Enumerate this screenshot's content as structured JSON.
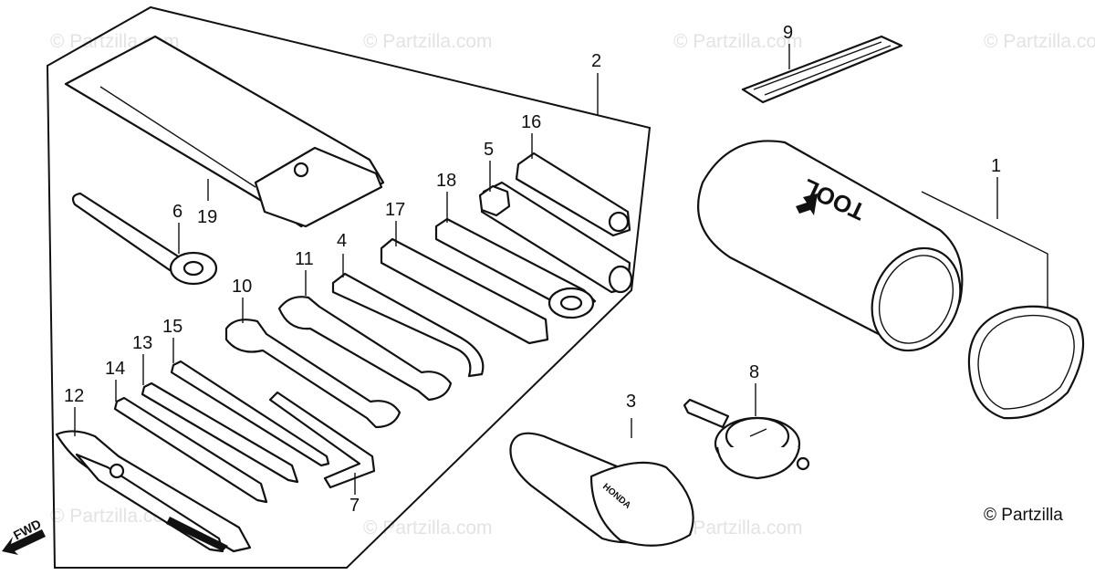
{
  "watermark": {
    "text": "© Partzilla.com"
  },
  "copyright": {
    "text": "© Partzilla"
  },
  "fwd": {
    "label": "FWD"
  },
  "tool_case": {
    "printed_text": "TOOL"
  },
  "tool_bag": {
    "brand_text": "HONDA"
  },
  "callouts": [
    {
      "id": "c1",
      "label": "1"
    },
    {
      "id": "c2",
      "label": "2"
    },
    {
      "id": "c3",
      "label": "3"
    },
    {
      "id": "c4",
      "label": "4"
    },
    {
      "id": "c5",
      "label": "5"
    },
    {
      "id": "c6",
      "label": "6"
    },
    {
      "id": "c7",
      "label": "7"
    },
    {
      "id": "c8",
      "label": "8"
    },
    {
      "id": "c9",
      "label": "9"
    },
    {
      "id": "c10",
      "label": "10"
    },
    {
      "id": "c11",
      "label": "11"
    },
    {
      "id": "c12",
      "label": "12"
    },
    {
      "id": "c13",
      "label": "13"
    },
    {
      "id": "c14",
      "label": "14"
    },
    {
      "id": "c15",
      "label": "15"
    },
    {
      "id": "c16",
      "label": "16"
    },
    {
      "id": "c17",
      "label": "17"
    },
    {
      "id": "c18",
      "label": "18"
    },
    {
      "id": "c19",
      "label": "19"
    }
  ]
}
